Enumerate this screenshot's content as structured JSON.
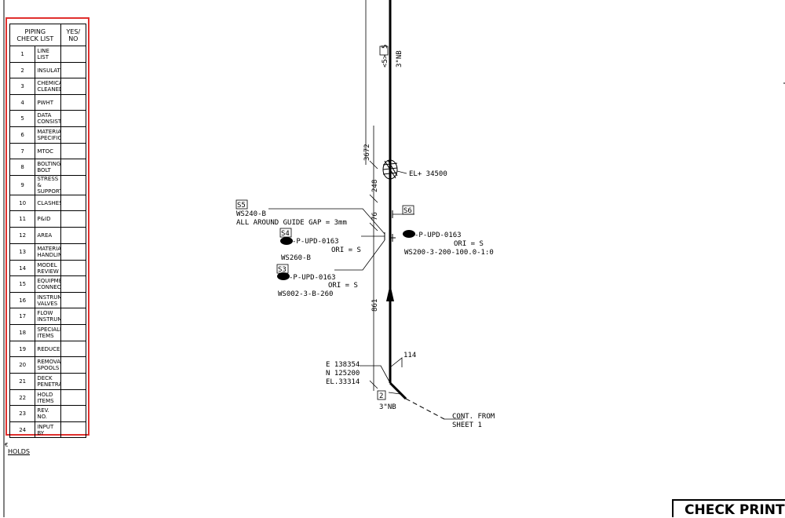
{
  "checklist": {
    "header_title_line1": "PIPING",
    "header_title_line2": "CHECK LIST",
    "header_yes_no_line1": "YES/",
    "header_yes_no_line2": "NO",
    "items": [
      {
        "num": "1",
        "line1": "LINE LIST",
        "line2": ""
      },
      {
        "num": "2",
        "line1": "INSULATIONS",
        "line2": ""
      },
      {
        "num": "3",
        "line1": "CHEMICALLY",
        "line2": "CLEANED"
      },
      {
        "num": "4",
        "line1": "PWHT",
        "line2": ""
      },
      {
        "num": "5",
        "line1": "DATA",
        "line2": "CONSISTENCY"
      },
      {
        "num": "6",
        "line1": "MATERIAL",
        "line2": "SPECIFICATION"
      },
      {
        "num": "7",
        "line1": "MTOC",
        "line2": ""
      },
      {
        "num": "8",
        "line1": "BOLTING/",
        "line2": "BOLT"
      },
      {
        "num": "9",
        "line1": "STRESS &",
        "line2": "SUPPORTS"
      },
      {
        "num": "10",
        "line1": "CLASHES",
        "line2": ""
      },
      {
        "num": "11",
        "line1": "P&ID",
        "line2": ""
      },
      {
        "num": "12",
        "line1": "AREA",
        "line2": ""
      },
      {
        "num": "13",
        "line1": "MATERIAL",
        "line2": "HANDLING"
      },
      {
        "num": "14",
        "line1": "MODEL REVIEW",
        "line2": ""
      },
      {
        "num": "15",
        "line1": "EQUIPMENT",
        "line2": "CONNECTIONS"
      },
      {
        "num": "16",
        "line1": "INSTRUMENT",
        "line2": "VALVES"
      },
      {
        "num": "17",
        "line1": "FLOW",
        "line2": "INSTRUMENTS"
      },
      {
        "num": "18",
        "line1": "SPECIALITY",
        "line2": "ITEMS"
      },
      {
        "num": "19",
        "line1": "REDUCERS",
        "line2": ""
      },
      {
        "num": "20",
        "line1": "REMOVABLE",
        "line2": "SPOOLS"
      },
      {
        "num": "21",
        "line1": "DECK",
        "line2": "PENETRATION"
      },
      {
        "num": "22",
        "line1": "HOLD ITEMS",
        "line2": ""
      },
      {
        "num": "23",
        "line1": "REV. NO.",
        "line2": ""
      },
      {
        "num": "24",
        "line1": "INPUT BY",
        "line2": ""
      }
    ]
  },
  "holds_label": "HOLDS",
  "left_edge_mark": "€",
  "stamp": "CHECK PRINT",
  "drawing": {
    "dim_3672": "3672",
    "dim_248": "248",
    "dim_76": "76",
    "dim_861": "861",
    "dim_114": "114",
    "pipe_tag_5": "5",
    "pipe_spool_marker": "<5>",
    "pipe_size_top": "3\"NB",
    "elevation_top": "EL+ 34500",
    "s5_tag": "S5",
    "s5_code": "WS240-B",
    "s5_note": "ALL AROUND GUIDE GAP = 3mm",
    "s4_tag": "S4",
    "s4_part": "-P-UPD-0163",
    "s4_ori": "ORI = S",
    "s4_code": "WS260-B",
    "s3_tag": "S3",
    "s3_part": "-P-UPD-0163",
    "s3_ori": "ORI = S",
    "s3_code": "WS002-3-B-260",
    "s6_tag": "S6",
    "s6_part": "-P-UPD-0163",
    "s6_ori": "ORI = S",
    "s6_code": "WS200-3-200-100.0-1:0",
    "coord_e": "E 138354",
    "coord_n": "N 125200",
    "coord_el": "EL.33314",
    "pipe_tag_2": "2",
    "pipe_size_bottom": "3\"NB",
    "cont_line1": "CONT. FROM",
    "cont_line2": "SHEET 1"
  }
}
